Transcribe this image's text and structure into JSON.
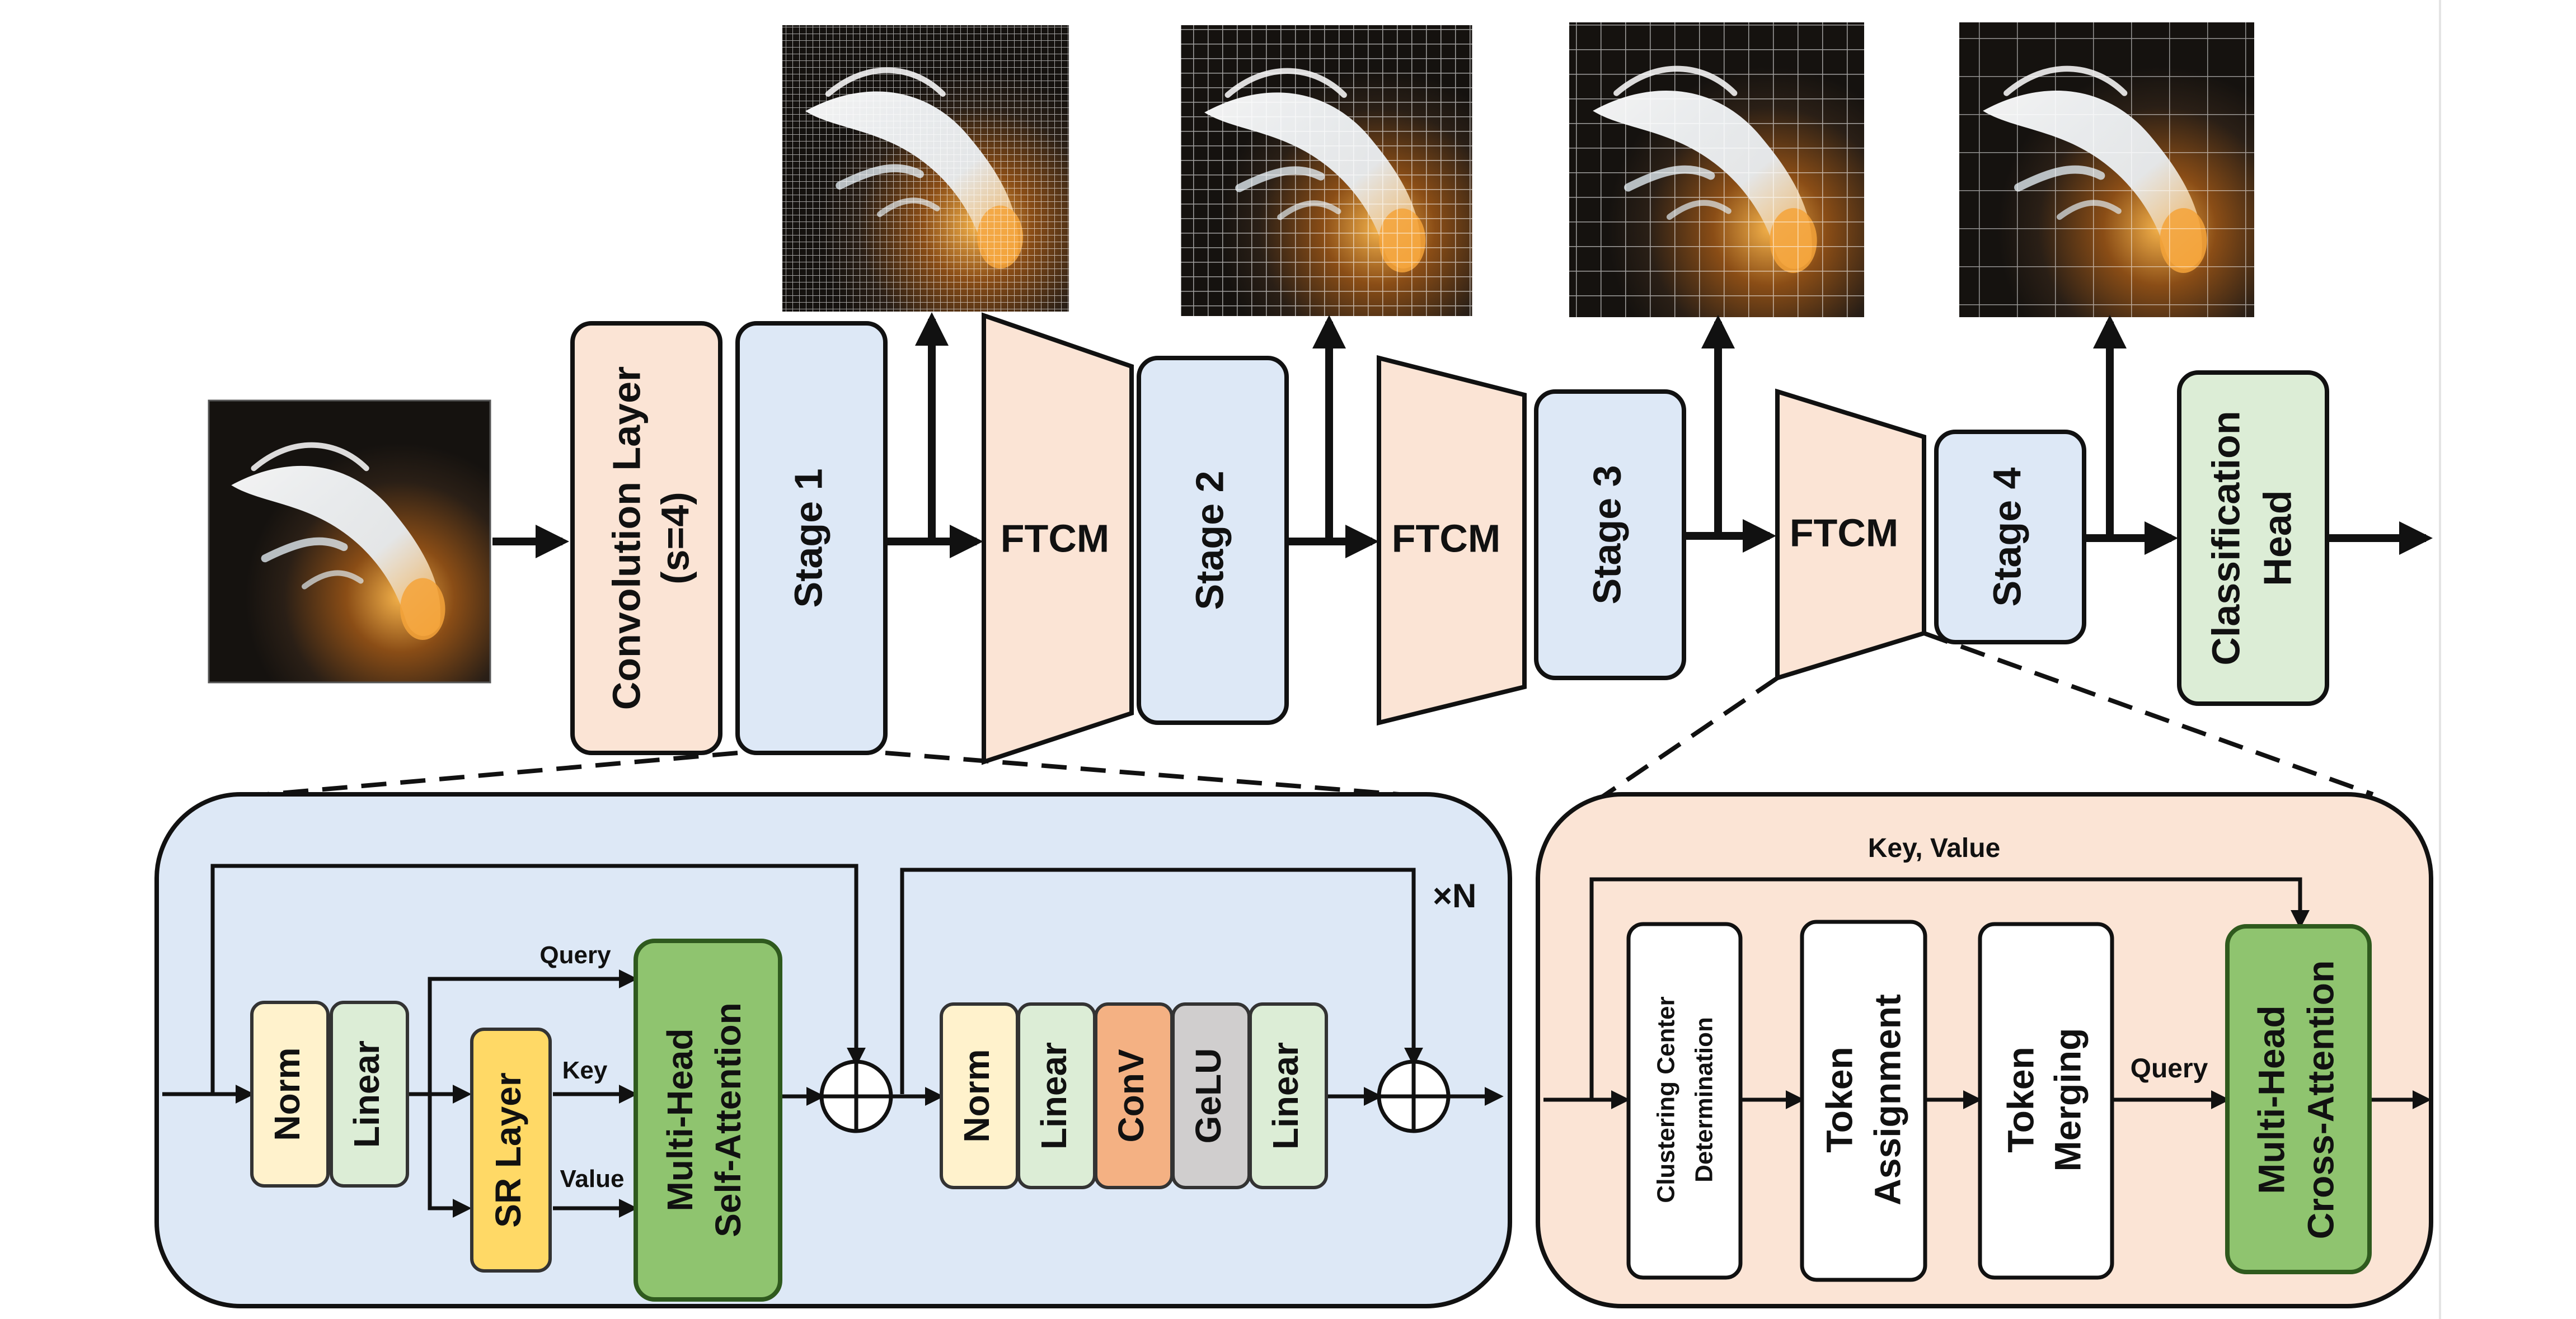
{
  "colors": {
    "peach": "#fbe4d5",
    "blue": "#dde8f6",
    "green": "#dcedd6",
    "yellow": "#fff2cc",
    "sr_yellow": "#ffd966",
    "attn_green": "#8fc46f",
    "conv_orange": "#f4b183",
    "gelu_gray": "#d0cece",
    "stroke": "#111111"
  },
  "pipeline": {
    "conv_layer": {
      "line1": "Convolution Layer",
      "line2": "(s=4)"
    },
    "stage1": "Stage 1",
    "stage2": "Stage 2",
    "stage3": "Stage 3",
    "stage4": "Stage 4",
    "ftcm1": "FTCM",
    "ftcm2": "FTCM",
    "ftcm3": "FTCM",
    "classification_head": {
      "line1": "Classification",
      "line2": "Head"
    }
  },
  "stage_detail": {
    "repeat": "×N",
    "norm1": "Norm",
    "linear1": "Linear",
    "sr_layer": "SR Layer",
    "query": "Query",
    "key": "Key",
    "value": "Value",
    "mhsa": {
      "line1": "Multi-Head",
      "line2": "Self-Attention"
    },
    "norm2": "Norm",
    "linear2": "Linear",
    "conv": "ConV",
    "gelu": "GeLU",
    "linear3": "Linear"
  },
  "ftcm_detail": {
    "key_value": "Key, Value",
    "cluster": {
      "line1": "Clustering Center",
      "line2": "Determination"
    },
    "token_assignment": {
      "line1": "Token",
      "line2": "Assignment"
    },
    "token_merging": {
      "line1": "Token",
      "line2": "Merging"
    },
    "query": "Query",
    "mhca": {
      "line1": "Multi-Head",
      "line2": "Cross-Attention"
    }
  },
  "images": {
    "input": "fish-photo",
    "token_maps": [
      "token-map-stage-1",
      "token-map-stage-2",
      "token-map-stage-3",
      "token-map-stage-4"
    ]
  }
}
